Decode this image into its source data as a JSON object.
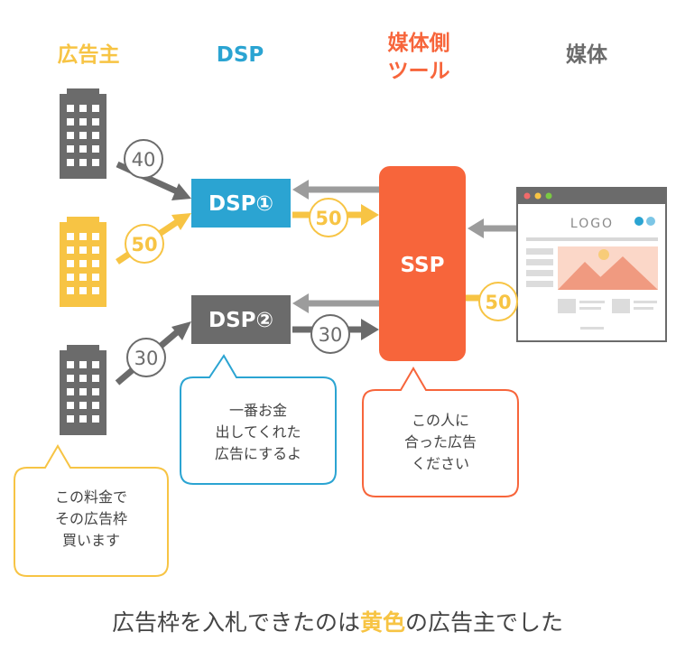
{
  "headers": {
    "advertiser": "広告主",
    "dsp": "DSP",
    "ssp_line1": "媒体側",
    "ssp_line2": "ツール",
    "media": "媒体"
  },
  "bids": {
    "adv1": "40",
    "adv2": "50",
    "adv3": "30",
    "dsp1_out": "50",
    "dsp2_out": "30",
    "ssp_out": "50"
  },
  "boxes": {
    "dsp1": "DSP①",
    "dsp2": "DSP②",
    "ssp": "SSP"
  },
  "browser": {
    "logo": "LOGO"
  },
  "bubbles": {
    "dsp": [
      "一番お金",
      "出してくれた",
      "広告にするよ"
    ],
    "ssp": [
      "この人に",
      "合った広告",
      "ください"
    ],
    "advertiser": [
      "この料金で",
      "その広告枠",
      "買います"
    ]
  },
  "caption": {
    "before": "広告枠を入札できたのは",
    "highlight": "黄色",
    "after": "の広告主でした"
  },
  "colors": {
    "yellow": "#f7c444",
    "blue": "#2ba4d2",
    "gray": "#6b6b6b",
    "orange": "#f7653b",
    "text": "#444444",
    "arrow_gray": "#9c9c9c"
  }
}
